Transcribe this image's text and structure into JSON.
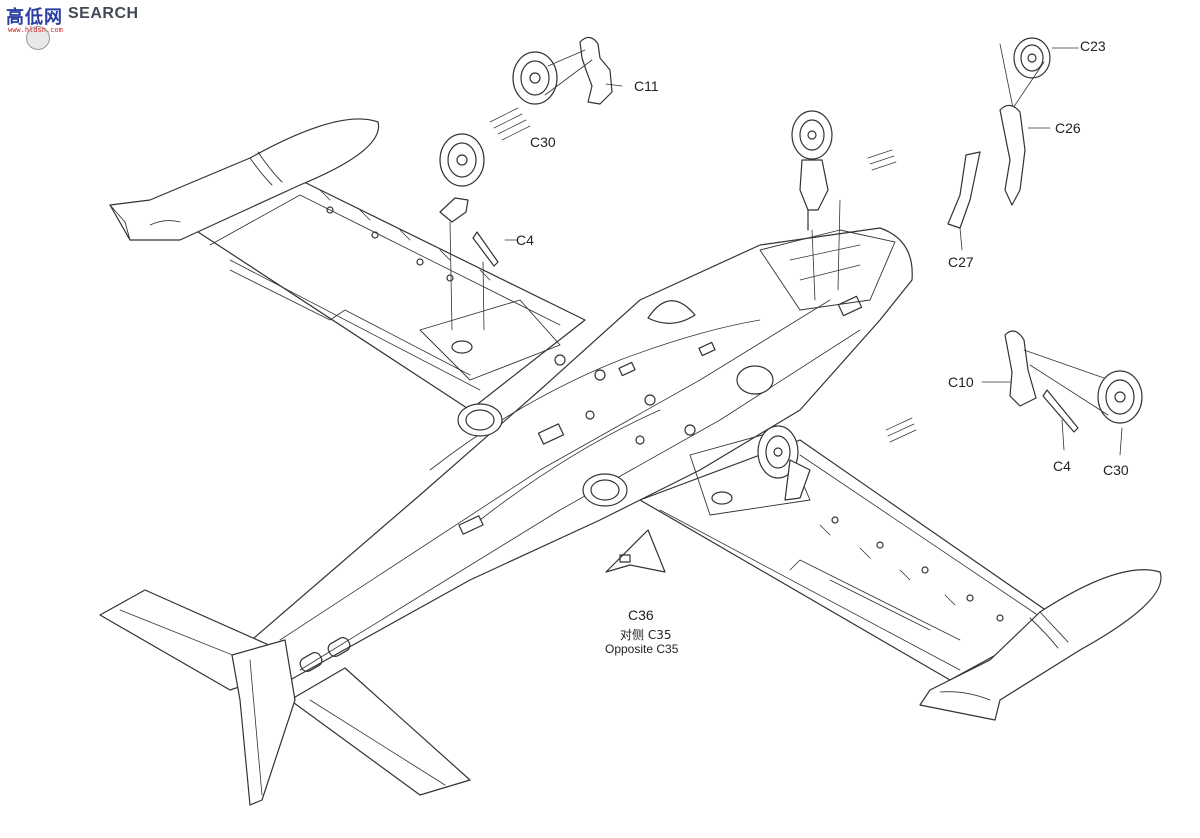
{
  "logo": {
    "chinese": "高低网",
    "english": "SEARCH",
    "url": "www.hldsn.com"
  },
  "part_labels": {
    "c11": "C11",
    "c30_top": "C30",
    "c4_top": "C4",
    "c23": "C23",
    "c26": "C26",
    "c27": "C27",
    "c10": "C10",
    "c4_right": "C4",
    "c30_right": "C30",
    "c36": "C36",
    "opposite_cn": "对侧 C35",
    "opposite_en": "Opposite C35"
  },
  "colors": {
    "line": "#333333",
    "background": "#ffffff",
    "logo_blue": "#2a3fa0",
    "logo_red": "#d02020"
  }
}
